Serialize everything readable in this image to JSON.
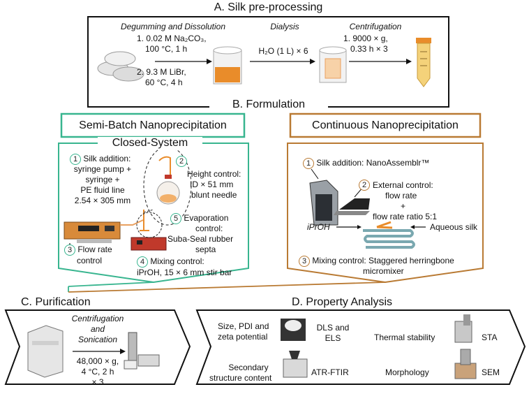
{
  "sectionA": {
    "title": "A. Silk pre-processing",
    "step1": {
      "heading": "Degumming and Dissolution",
      "line1": "1. 0.02 M Na₂CO₃,",
      "line2": "100 °C, 1 h",
      "line3": "2. 9.3 M LiBr,",
      "line4": "60 °C, 4 h"
    },
    "step2": {
      "heading": "Dialysis",
      "line1": "H₂O (1 L) × 6"
    },
    "step3": {
      "heading": "Centrifugation",
      "line1": "1. 9000 × g,",
      "line2": "0.33 h × 3"
    }
  },
  "sectionB": {
    "title": "B. Formulation",
    "semi": {
      "title": "Semi-Batch Nanoprecipitation",
      "subtitle": "Closed-System",
      "n1": "1",
      "silk1": "Silk addition:",
      "silk2": "syringe pump +",
      "silk3": "syringe +",
      "silk4": "PE fluid line",
      "silk5": "2.54 × 305 mm",
      "n2": "2",
      "height1": "Height control:",
      "height2": "ID × 51 mm",
      "height3": "blunt needle",
      "n5": "5",
      "evap1": "Evaporation",
      "evap2": "control:",
      "evap3": "Suba-Seal rubber",
      "evap4": "septa",
      "n3": "3",
      "flow1": "Flow rate",
      "flow2": "control",
      "n4": "4",
      "mix1": "Mixing control:",
      "mix2": "iPrOH, 15 × 6 mm stir bar"
    },
    "cont": {
      "title": "Continuous Nanoprecipitation",
      "n1": "1",
      "silk": "Silk addition: NanoAssemblr™",
      "n2": "2",
      "ext1": "External control:",
      "ext2": "flow rate",
      "ext3": "+",
      "ext4": "flow rate ratio 5:1",
      "iproh": "iPrOH",
      "aqueous": "Aqueous silk",
      "n3": "3",
      "mix1": "Mixing control: Staggered herringbone",
      "mix2": "micromixer"
    }
  },
  "sectionC": {
    "title": "C. Purification",
    "line1": "Centrifugation",
    "line2": "and",
    "line3": "Sonication",
    "line4": "48,000 × g,",
    "line5": "4 °C, 2 h",
    "line6": "× 3"
  },
  "sectionD": {
    "title": "D. Property Analysis",
    "size1": "Size, PDI and",
    "size2": "zeta potential",
    "dls1": "DLS and",
    "dls2": "ELS",
    "thermal": "Thermal stability",
    "sta": "STA",
    "sec1": "Secondary",
    "sec2": "structure content",
    "ftir": "ATR-FTIR",
    "morph": "Morphology",
    "sem": "SEM"
  },
  "colors": {
    "green": "#38b58f",
    "brown": "#b97a33"
  }
}
